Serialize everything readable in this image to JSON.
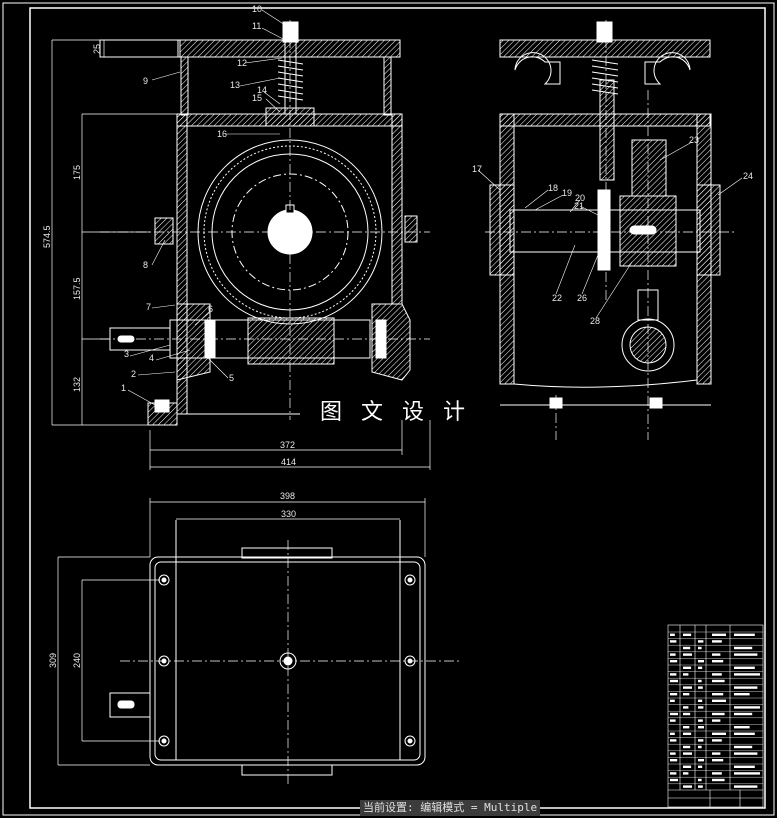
{
  "watermark": "图 文 设 计",
  "status_bar": {
    "label": "当前设置: 编辑模式",
    "value": "= Multiple"
  },
  "part_labels": [
    "1",
    "2",
    "3",
    "4",
    "5",
    "6",
    "7",
    "8",
    "9",
    "10",
    "11",
    "12",
    "13",
    "14",
    "15",
    "16",
    "17",
    "18",
    "19",
    "20",
    "21",
    "22",
    "23",
    "24",
    "26",
    "28"
  ],
  "dimensions": {
    "thick_25": "25",
    "h_175": "175",
    "total_574_5": "574.5",
    "h_157_5": "157.5",
    "h_132": "132",
    "w_372": "372",
    "w_414": "414",
    "w_398": "398",
    "w_330": "330",
    "h_309": "309",
    "h_240": "240"
  }
}
